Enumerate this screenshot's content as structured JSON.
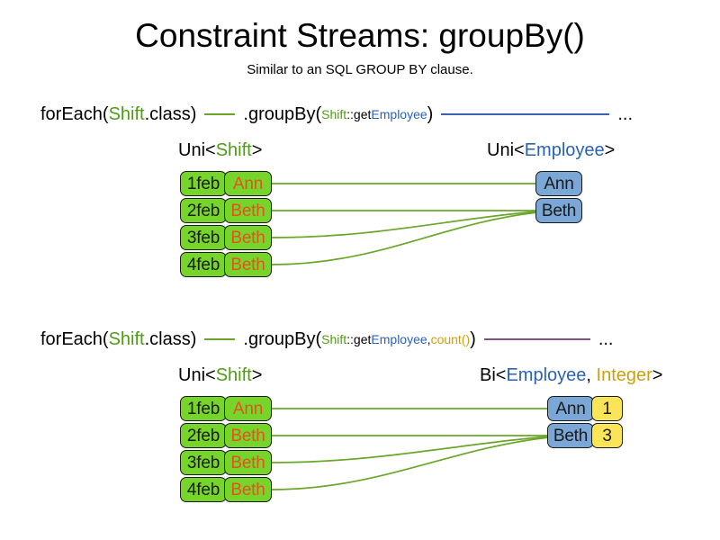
{
  "slide": {
    "title": "Constraint Streams: groupBy()",
    "subtitle": "Similar to an SQL GROUP BY clause."
  },
  "palette": {
    "shift_green": "#77d42a",
    "employee_blue": "#7ba7d7",
    "count_yellow": "#fae559",
    "name_orange": "#e4531f",
    "token_green": "#4f9c16",
    "token_blue": "#2b62b5",
    "token_gold": "#caa012",
    "wire_green": "#6aa62a",
    "wire_blue": "#3a63ad",
    "wire_purple": "#7c5382"
  },
  "diagrams": [
    {
      "id": "groupby-single",
      "code": {
        "for_each_open": "forEach(",
        "for_each_type": "Shift",
        "for_each_close": ".class)",
        "group_by_open": ".groupBy(",
        "mapper_type": "Shift",
        "mapper_sep": "::get",
        "mapper_prop": "Employee",
        "group_by_close": ")",
        "ellipsis": "..."
      },
      "left_label": {
        "prefix": "Uni<",
        "type": "Shift",
        "suffix": ">"
      },
      "right_label": {
        "prefix": "Uni<",
        "type": "Employee",
        "suffix": ">"
      },
      "shifts": [
        {
          "date": "1feb",
          "employee": "Ann"
        },
        {
          "date": "2feb",
          "employee": "Beth"
        },
        {
          "date": "3feb",
          "employee": "Beth"
        },
        {
          "date": "4feb",
          "employee": "Beth"
        }
      ],
      "groups": [
        {
          "employee": "Ann"
        },
        {
          "employee": "Beth"
        }
      ]
    },
    {
      "id": "groupby-count",
      "code": {
        "for_each_open": "forEach(",
        "for_each_type": "Shift",
        "for_each_close": ".class)",
        "group_by_open": ".groupBy(",
        "mapper_type": "Shift",
        "mapper_sep": "::get",
        "mapper_prop": "Employee",
        "collector_sep": ", ",
        "collector": "count()",
        "group_by_close": ")",
        "ellipsis": "..."
      },
      "left_label": {
        "prefix": "Uni<",
        "type": "Shift",
        "suffix": ">"
      },
      "right_label": {
        "prefix": "Bi<",
        "type": "Employee",
        "separator": ", ",
        "type2": "Integer",
        "suffix": ">"
      },
      "shifts": [
        {
          "date": "1feb",
          "employee": "Ann"
        },
        {
          "date": "2feb",
          "employee": "Beth"
        },
        {
          "date": "3feb",
          "employee": "Beth"
        },
        {
          "date": "4feb",
          "employee": "Beth"
        }
      ],
      "groups": [
        {
          "employee": "Ann",
          "count": "1"
        },
        {
          "employee": "Beth",
          "count": "3"
        }
      ]
    }
  ]
}
